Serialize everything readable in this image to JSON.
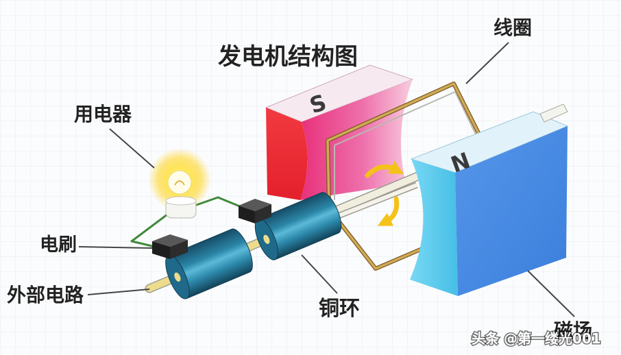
{
  "diagram": {
    "title": "发电机结构图",
    "labels": {
      "coil": "线圈",
      "electrical_appliance": "用电器",
      "brush": "电刷",
      "external_circuit": "外部电路",
      "copper_ring": "铜环",
      "magnetic_field": "磁场"
    },
    "magnet_poles": {
      "south": "S",
      "north": "N"
    }
  },
  "watermark": "头条 @第一缕光001",
  "colors": {
    "south_magnet": "#e3202c",
    "south_magnet_face": "#e8307a",
    "north_magnet": "#3b7fdc",
    "north_magnet_face": "#46bfe6",
    "copper_ring": "#2b86a8",
    "coil_wire": "#d2aa58",
    "circuit_wire": "#3f8a3a",
    "bulb_glow": "#ffd21a",
    "brush": "#1e1e1e",
    "label_text": "#222222"
  }
}
